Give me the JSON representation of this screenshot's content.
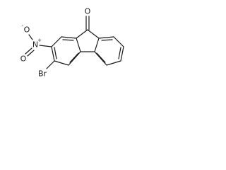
{
  "molecule": {
    "atoms": {
      "carbonyl_oxygen": "O",
      "nitro_nitrogen": "N",
      "nitro_nitrogen_charge": "+",
      "nitro_oxygen": "O",
      "nitro_oxygen_charge": "-",
      "bromine": "Br"
    }
  }
}
